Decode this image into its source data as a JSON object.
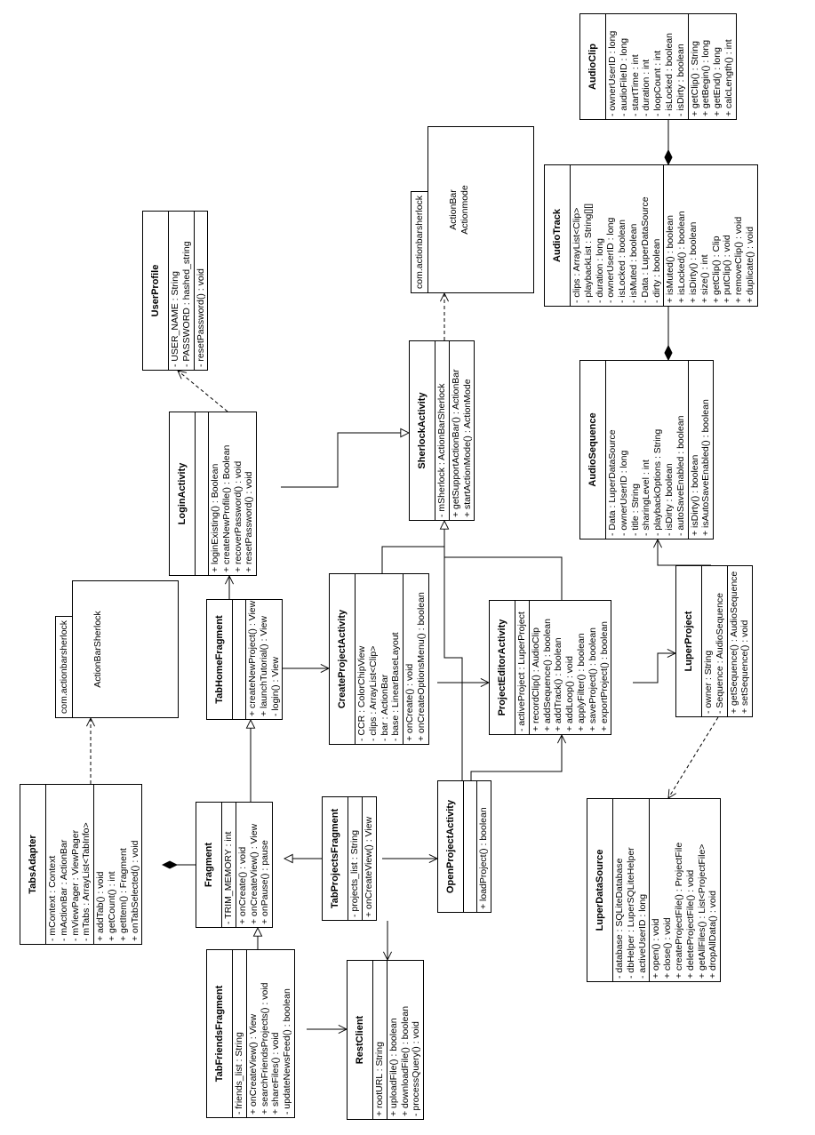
{
  "classes": {
    "tabs_adapter": {
      "name": "TabsAdapter",
      "attributes": [
        "- mContext : Context",
        "- mActionBar : ActionBar",
        "- mViewPager : ViewPager",
        "- mTabs : ArrayList<TabInfo>"
      ],
      "operations": [
        "+ addTab() : void",
        "+ getCount() : int",
        "+ getItem() : Fragment",
        "+ onTabSelected() : void"
      ]
    },
    "fragment": {
      "name": "Fragment",
      "attributes": [
        "- TRIM_MEMORY : int"
      ],
      "operations": [
        "+ onCreate() : void",
        "+ onCreateView() : View",
        "+ onPause() : pause"
      ]
    },
    "tab_friends_fragment": {
      "name": "TabFriendsFragment",
      "attributes": [
        "- friends_list : String"
      ],
      "operations": [
        "+ onCreateView() : View",
        "+ searchFriendsProjects() : void",
        "+ shareFiles() : void",
        "- updateNewsFeed() : boolean"
      ]
    },
    "tab_home_fragment": {
      "name": "TabHomeFragment",
      "attributes": [],
      "operations": [
        "+ createNewProject() : View",
        "+ launchTutorial() : View",
        "- login() : View"
      ]
    },
    "tab_projects_fragment": {
      "name": "TabProjectsFragment",
      "attributes": [
        "- projects_list : String"
      ],
      "operations": [
        "+ onCreateView() : View"
      ]
    },
    "rest_client": {
      "name": "RestClient",
      "attributes": [
        "+ rootURL : String"
      ],
      "operations": [
        "+ uploadFile() : boolean",
        "+ downloadFile() : boolean",
        "- processQuery() : void"
      ]
    },
    "login_activity": {
      "name": "LoginActivity",
      "attributes": [],
      "operations": [
        "+ loginExisting() : Boolean",
        "+ createNewProfile() : Boolean",
        "+ recoverPassword() : void",
        "+ resetPassword() : void"
      ]
    },
    "user_profile": {
      "name": "UserProfile",
      "attributes": [
        "- USER_NAME : String",
        "- PASSWORD : hashed_string"
      ],
      "operations": [
        "- resetPassword() : void"
      ]
    },
    "create_project_activity": {
      "name": "CreateProjectActivity",
      "attributes": [
        "- CCR : ColorChipView",
        "- clips : ArrayList<Clip>",
        "- bar : ActionBar",
        "- base : LinearBaseLayout"
      ],
      "operations": [
        "+ onCreate() : void",
        "+ onCreateOptionsMenu() : boolean"
      ]
    },
    "open_project_activity": {
      "name": "OpenProjectActivity",
      "attributes": [],
      "operations": [
        "+ loadProject() : boolean"
      ]
    },
    "sherlock_activity": {
      "name": "SherlockActivity",
      "attributes": [
        "- mSherlock : ActionBarSherlock"
      ],
      "operations": [
        "+ getSupportActionBar() : ActionBar",
        "+ startActionMode() : ActionMode"
      ]
    },
    "project_editor_activity": {
      "name": "ProjectEditorActivity",
      "attributes": [
        "- activeProject : LuperProject"
      ],
      "operations": [
        "+ recordClip() : AudioClip",
        "+ addSequence() : boolean",
        "+ addTrack() : boolean",
        "+ addLoop() : void",
        "+ applyFilter() : boolean",
        "+ saveProject() : boolean",
        "+ exportProject() : boolean"
      ]
    },
    "luper_project": {
      "name": "LuperProject",
      "attributes": [
        "- owner : String",
        "- Sequence : AudioSequence"
      ],
      "operations": [
        "+ getSequence() : AudioSequence",
        "+ setSequence() : void"
      ]
    },
    "luper_data_source": {
      "name": "LuperDataSource",
      "attributes": [
        "- database : SQLiteDatabase",
        "- dbHelper : LuperSQLiteHelper",
        "- activeUserID : long"
      ],
      "operations": [
        "+ open() : void",
        "+ close() : void",
        "+ createProjectFile() : ProjectFile",
        "+ deleteProjectFile() : void",
        "+ getAllFiles() : List<ProjectFile>",
        "+ dropAllData() : void"
      ]
    },
    "audio_sequence": {
      "name": "AudioSequence",
      "attributes": [
        "- Data : LuperDataSource",
        "- ownerUserID : long",
        "- title : String",
        "- sharingLevel : int",
        "- playbackOptions : String",
        "- isDirty : boolean",
        "- autoSaveEnabled : boolean"
      ],
      "operations": [
        "+ isDirty() : boolean",
        "+ isAutoSaveEnabled() : boolean"
      ]
    },
    "audio_track": {
      "name": "AudioTrack",
      "attributes": [
        "- clips : ArrayList<Clip>",
        "- playbackList : String[][]",
        "- duration : long",
        "- ownerUserID : long",
        "- isLocked : boolean",
        "- isMuted : boolean",
        "- Data : LuperDataSource",
        "- dirty : boolean"
      ],
      "operations": [
        "+ isMuted() : boolean",
        "+ isLocked() : boolean",
        "+ isDirty() : boolean",
        "+ size() : int",
        "+ getClip() : Clip",
        "+ putClip() : void",
        "+ removeClip() : void",
        "+ duplicate() : void"
      ]
    },
    "audio_clip": {
      "name": "AudioClip",
      "attributes": [
        "- ownerUserID : long",
        "- audioFileID : long",
        "- startTime : int",
        "- duration : int",
        "- loopCount : int",
        "- isLocked : boolean",
        "- isDirty : boolean"
      ],
      "operations": [
        "+ getClip() : String",
        "+ getBegin() : long",
        "+ getEnd() : long",
        "+ calcLength() : int"
      ]
    }
  },
  "packages": {
    "pkg_action_bar_sherlock": {
      "tab": "com.actionbarsherlock",
      "contents": [
        "ActionBarSherlock"
      ]
    },
    "pkg_action_bar": {
      "tab": "com.actionbarsherlock",
      "contents": [
        "ActionBar",
        "Actionmode"
      ]
    }
  }
}
